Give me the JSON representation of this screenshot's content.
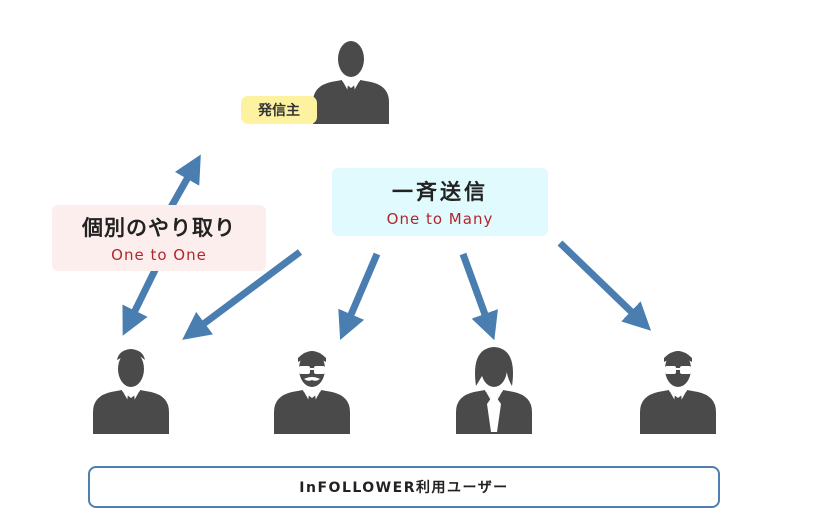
{
  "sender": {
    "label": "発信主"
  },
  "broadcast": {
    "title": "一斉送信",
    "subtitle": "One to Many"
  },
  "individual": {
    "title": "個別のやり取り",
    "subtitle": "One to One"
  },
  "users": {
    "label": "InFOLLOWER利用ユーザー"
  },
  "icons": [
    "sender-person-icon",
    "user-icon",
    "user-glasses-mustache-icon",
    "user-woman-icon",
    "user-glasses-icon"
  ],
  "colors": {
    "arrow": "#4a7db0",
    "figure": "#4a4a4a",
    "sender_tag_bg": "#fdf2a0",
    "broadcast_bg": "#e0fafd",
    "individual_bg": "#fdeeee",
    "accent_red": "#b3262b",
    "bar_border": "#4f7fb0"
  }
}
